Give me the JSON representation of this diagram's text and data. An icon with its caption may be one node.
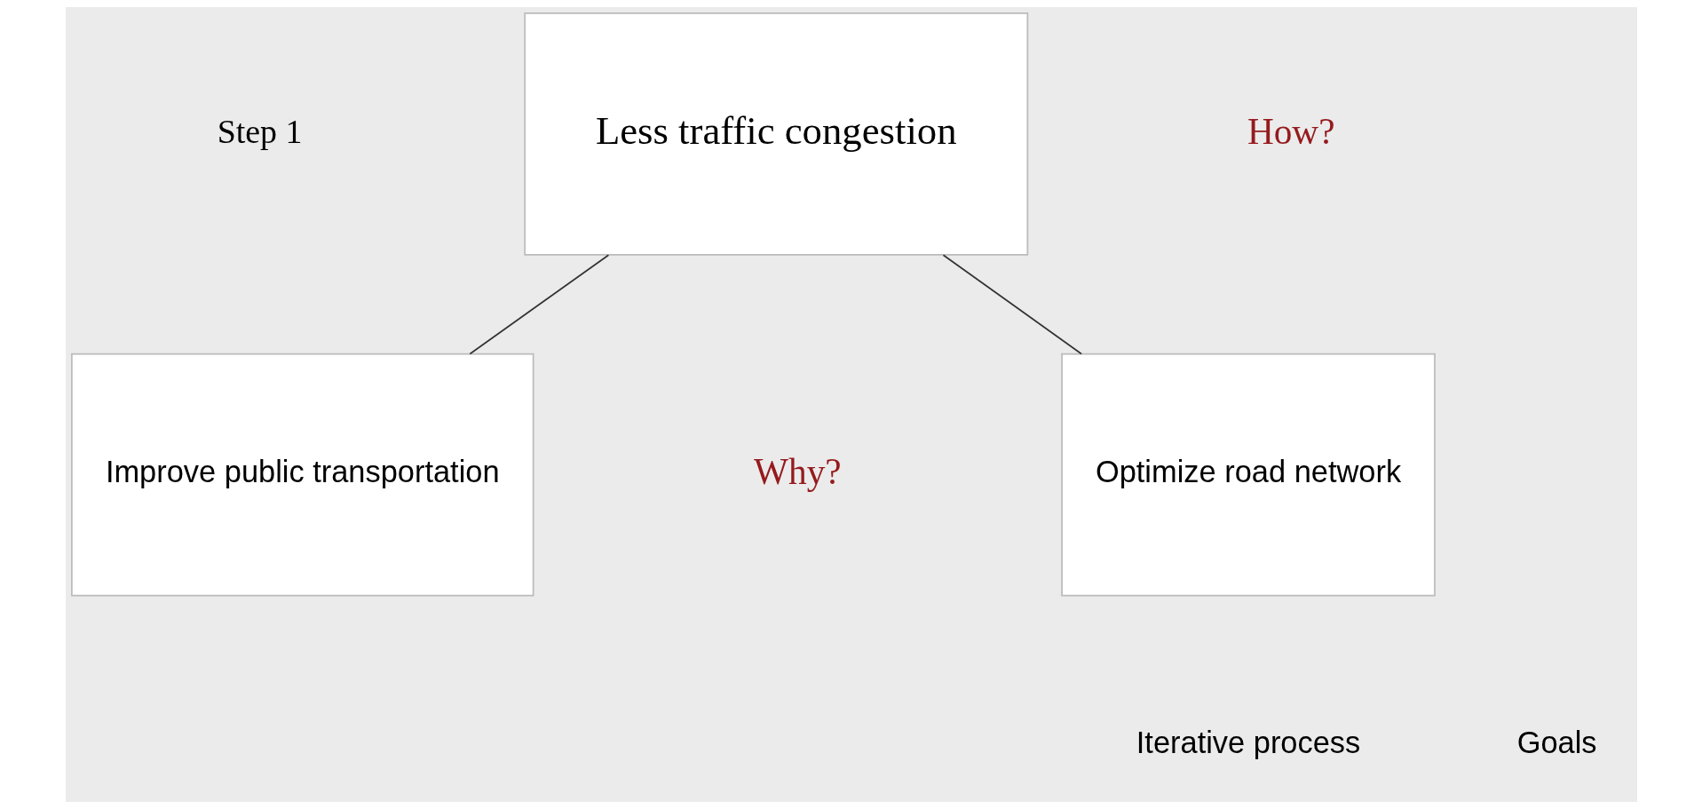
{
  "diagram": {
    "nodes": [
      {
        "text": [
          "Less traffic congestion"
        ]
      },
      {
        "text": [
          "Optimize road network"
        ]
      },
      {
        "text": [
          "Improve public transportation"
        ]
      }
    ],
    "edges": [
      {
        "from": 0,
        "to": 1,
        "arrow": "none"
      },
      {
        "from": 0,
        "to": 2,
        "arrow": "none"
      }
    ],
    "labels": [
      "Step 1",
      "How?",
      "Why?"
    ],
    "legend": [
      {
        "text": "Iterative process"
      },
      {
        "text": "Goals"
      }
    ]
  }
}
